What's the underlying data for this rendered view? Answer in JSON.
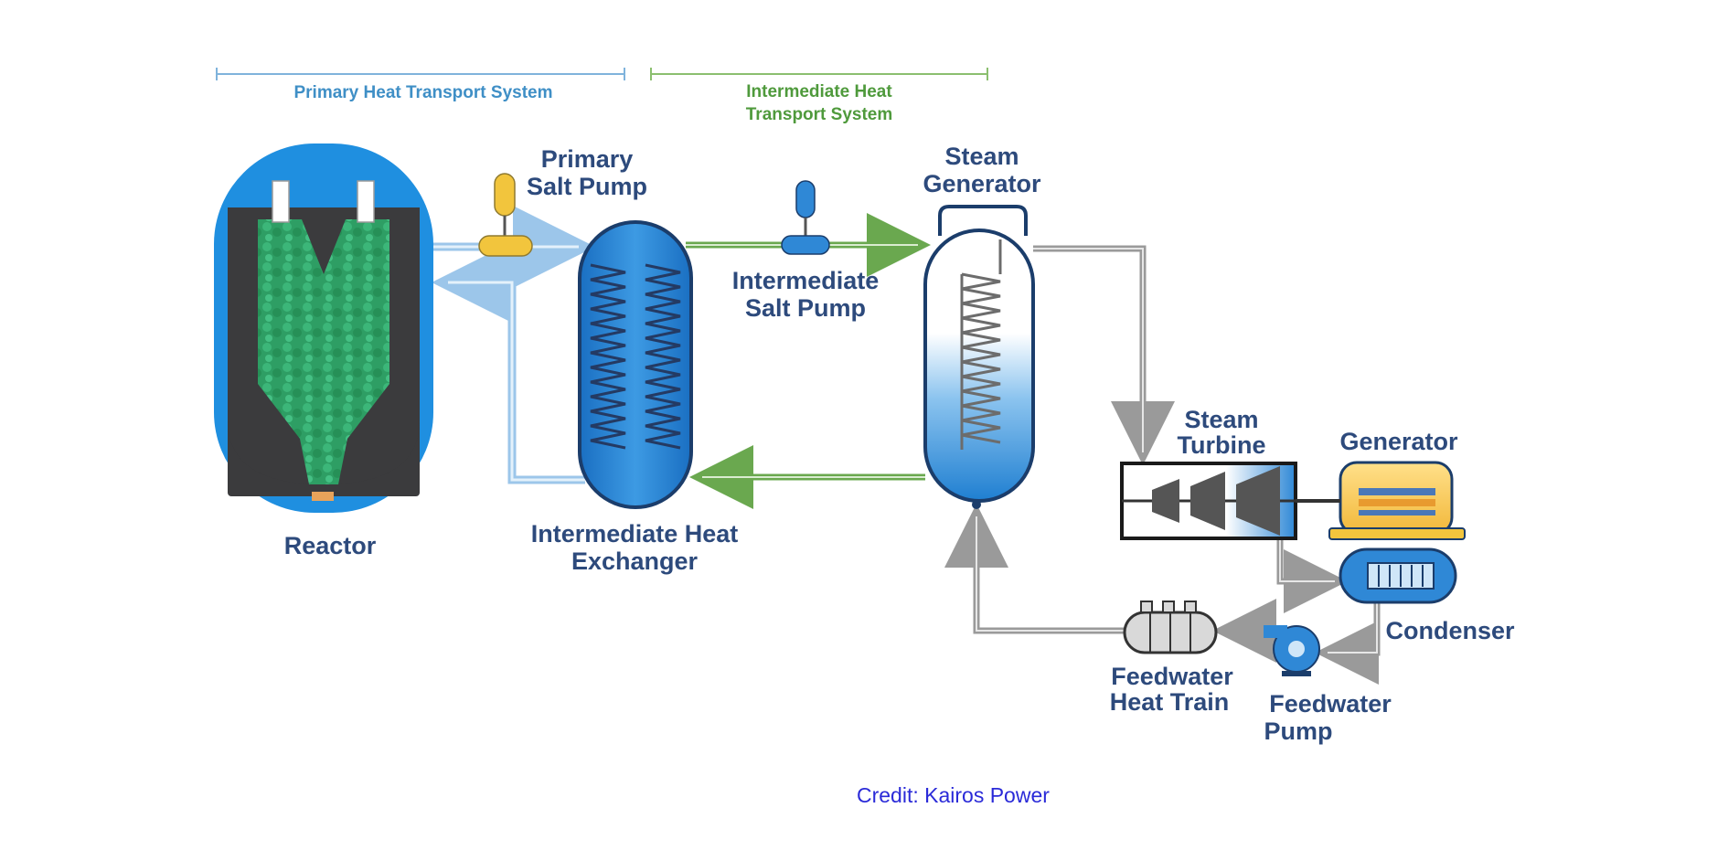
{
  "systems": {
    "primary": "Primary Heat Transport System",
    "intermediate_line1": "Intermediate Heat",
    "intermediate_line2": "Transport System"
  },
  "components": {
    "reactor": "Reactor",
    "primary_pump_line1": "Primary",
    "primary_pump_line2": "Salt Pump",
    "ihx_line1": "Intermediate Heat",
    "ihx_line2": "Exchanger",
    "inter_pump_line1": "Intermediate",
    "inter_pump_line2": "Salt Pump",
    "steam_gen_line1": "Steam",
    "steam_gen_line2": "Generator",
    "turbine_line1": "Steam",
    "turbine_line2": "Turbine",
    "generator": "Generator",
    "condenser": "Condenser",
    "fw_heat_line1": "Feedwater",
    "fw_heat_line2": "Heat Train",
    "fw_pump_line1": "Feedwater",
    "fw_pump_line2": "Pump"
  },
  "credit": "Credit: Kairos Power",
  "colors": {
    "label": "#2d4a7c",
    "primary_system": "#3f8fc6",
    "intermediate_system": "#4f9a3c",
    "vessel_blue": "#1f7fd1",
    "fuel_green": "#2e9e64",
    "pump_yellow": "#f2c53d",
    "credit_link": "#2a2ad8"
  }
}
